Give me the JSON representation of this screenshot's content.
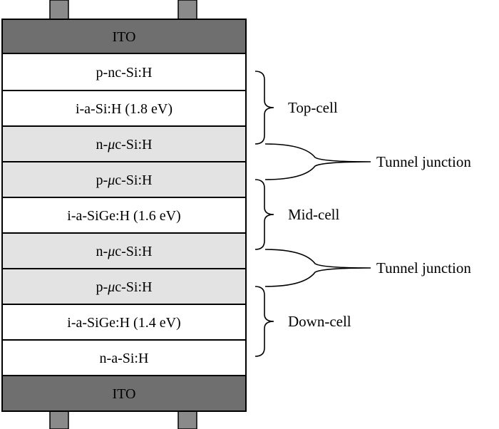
{
  "diagram": {
    "colors": {
      "ito": "#6f6f6f",
      "doped_muc": "#e3e3e3",
      "plain": "#ffffff",
      "contact": "#8a8a8a",
      "line": "#000000"
    },
    "layers": [
      {
        "id": "ito-top",
        "label": "ITO",
        "fill": "ito"
      },
      {
        "id": "p-nc-si",
        "label": "p-nc-Si:H",
        "fill": "plain"
      },
      {
        "id": "i-a-si-18",
        "label": "i-a-Si:H (1.8 eV)",
        "fill": "plain"
      },
      {
        "id": "n-muc-si-1",
        "label_pre": "n-",
        "label_mu": "μ",
        "label_post": "c-Si:H",
        "fill": "doped_muc"
      },
      {
        "id": "p-muc-si-1",
        "label_pre": "p-",
        "label_mu": "μ",
        "label_post": "c-Si:H",
        "fill": "doped_muc"
      },
      {
        "id": "i-a-sige-16",
        "label": "i-a-SiGe:H (1.6 eV)",
        "fill": "plain"
      },
      {
        "id": "n-muc-si-2",
        "label_pre": "n-",
        "label_mu": "μ",
        "label_post": "c-Si:H",
        "fill": "doped_muc"
      },
      {
        "id": "p-muc-si-2",
        "label_pre": "p-",
        "label_mu": "μ",
        "label_post": "c-Si:H",
        "fill": "doped_muc"
      },
      {
        "id": "i-a-sige-14",
        "label": "i-a-SiGe:H (1.4 eV)",
        "fill": "plain"
      },
      {
        "id": "n-a-si",
        "label": "n-a-Si:H",
        "fill": "plain"
      },
      {
        "id": "ito-bottom",
        "label": "ITO",
        "fill": "ito"
      }
    ],
    "cells": [
      {
        "id": "top-cell",
        "label": "Top-cell"
      },
      {
        "id": "mid-cell",
        "label": "Mid-cell"
      },
      {
        "id": "down-cell",
        "label": "Down-cell"
      }
    ],
    "junctions": [
      {
        "id": "tunnel-junction-1",
        "label": "Tunnel junction"
      },
      {
        "id": "tunnel-junction-2",
        "label": "Tunnel junction"
      }
    ]
  }
}
